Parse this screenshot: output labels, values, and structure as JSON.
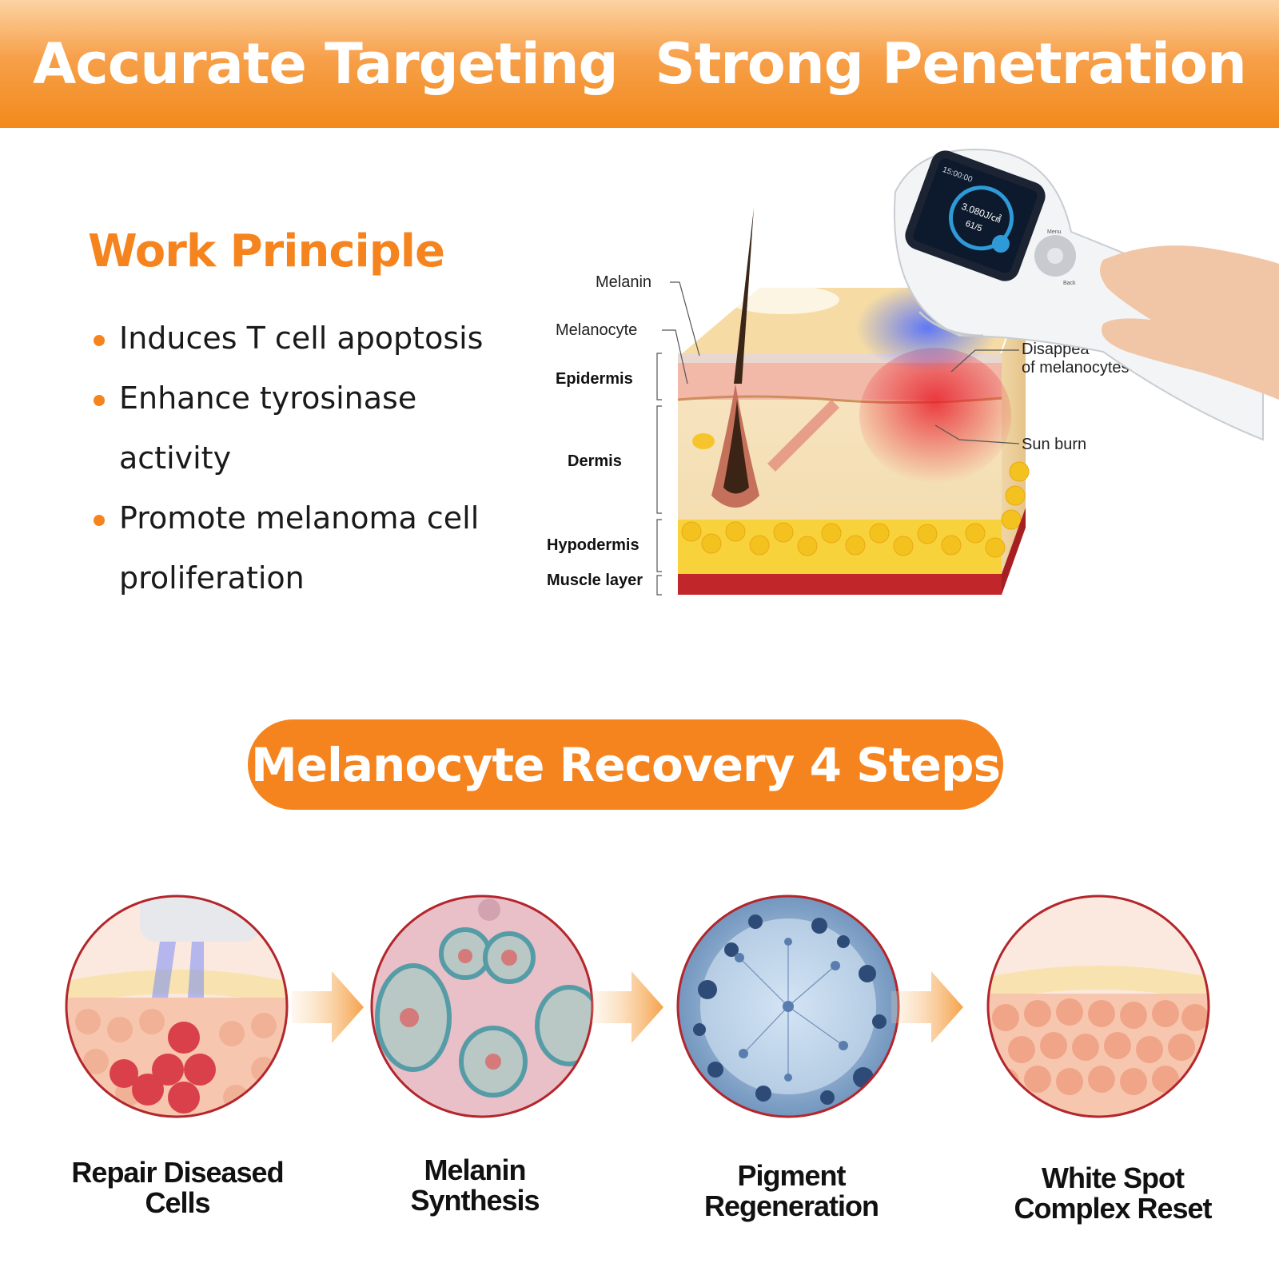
{
  "header": {
    "title": "Accurate Targeting  Strong Penetration"
  },
  "work_principle": {
    "title": "Work Principle",
    "bullets": [
      "Induces T cell apoptosis",
      "Enhance tyrosinase activity",
      "Promote melanoma cell proliferation"
    ]
  },
  "diagram": {
    "labels": {
      "melanin": "Melanin",
      "melanocyte": "Melanocyte",
      "epidermis": "Epidermis",
      "dermis": "Dermis",
      "hypodermis": "Hypodermis",
      "muscle_layer": "Muscle layer",
      "disappear_1": "Disappea",
      "disappear_2": "of melanocytes",
      "sun_burn": "Sun burn"
    },
    "device": {
      "time": "15:00:00",
      "dose": "3.080J/㎠",
      "count": "61/5",
      "menu": "Menu",
      "back": "Back"
    }
  },
  "steps_section": {
    "title": "Melanocyte Recovery 4 Steps",
    "steps": [
      {
        "line1": "Repair Diseased",
        "line2": "Cells"
      },
      {
        "line1": "Melanin",
        "line2": "Synthesis"
      },
      {
        "line1": "Pigment",
        "line2": "Regeneration"
      },
      {
        "line1": "White Spot",
        "line2": "Complex Reset"
      }
    ]
  },
  "colors": {
    "accent": "#f5841f",
    "banner_top": "#fcd3a3",
    "banner_bottom": "#f28a1c",
    "circle_border": "#b3262c"
  }
}
